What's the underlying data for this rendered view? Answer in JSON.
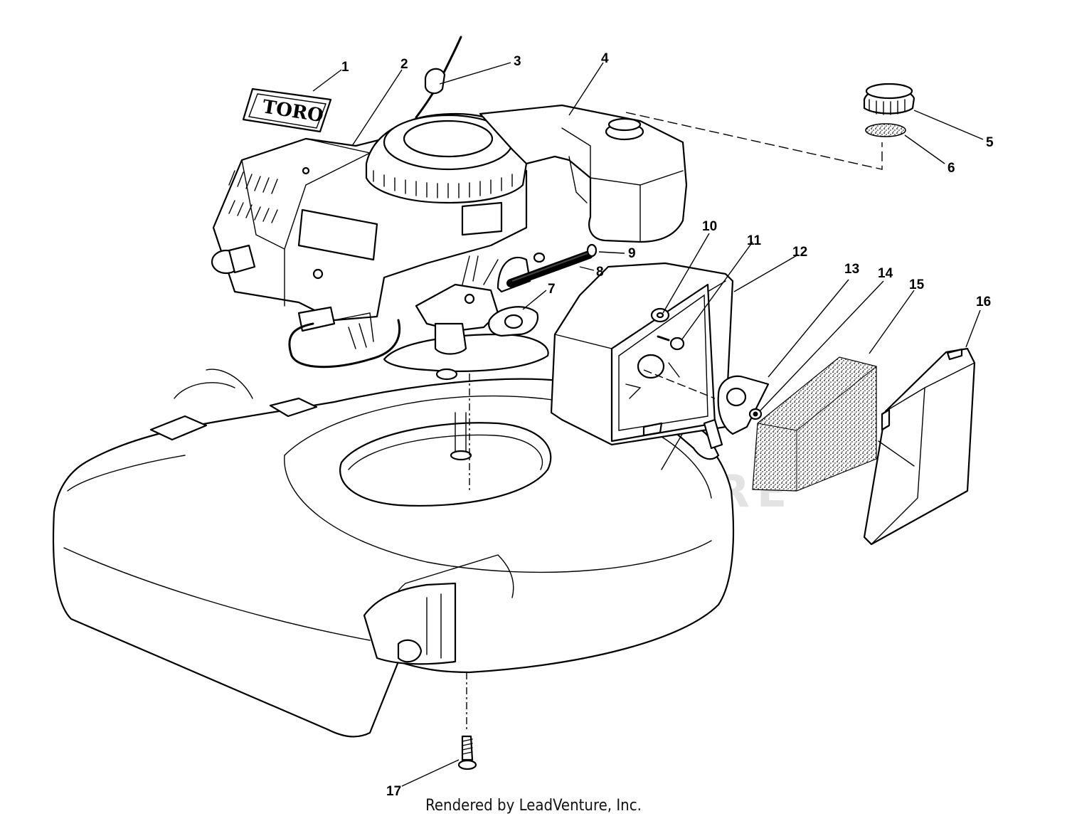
{
  "diagram": {
    "logo_text": "TORO",
    "watermark": "LEADVENTURE",
    "footer": "Rendered by LeadVenture, Inc."
  },
  "callouts": [
    {
      "id": "1",
      "label": "1"
    },
    {
      "id": "2",
      "label": "2"
    },
    {
      "id": "3",
      "label": "3"
    },
    {
      "id": "4",
      "label": "4"
    },
    {
      "id": "5",
      "label": "5"
    },
    {
      "id": "6",
      "label": "6"
    },
    {
      "id": "7",
      "label": "7"
    },
    {
      "id": "8",
      "label": "8"
    },
    {
      "id": "9",
      "label": "9"
    },
    {
      "id": "10",
      "label": "10"
    },
    {
      "id": "11",
      "label": "11"
    },
    {
      "id": "12",
      "label": "12"
    },
    {
      "id": "13",
      "label": "13"
    },
    {
      "id": "14",
      "label": "14"
    },
    {
      "id": "15",
      "label": "15"
    },
    {
      "id": "16",
      "label": "16"
    },
    {
      "id": "17",
      "label": "17"
    }
  ]
}
